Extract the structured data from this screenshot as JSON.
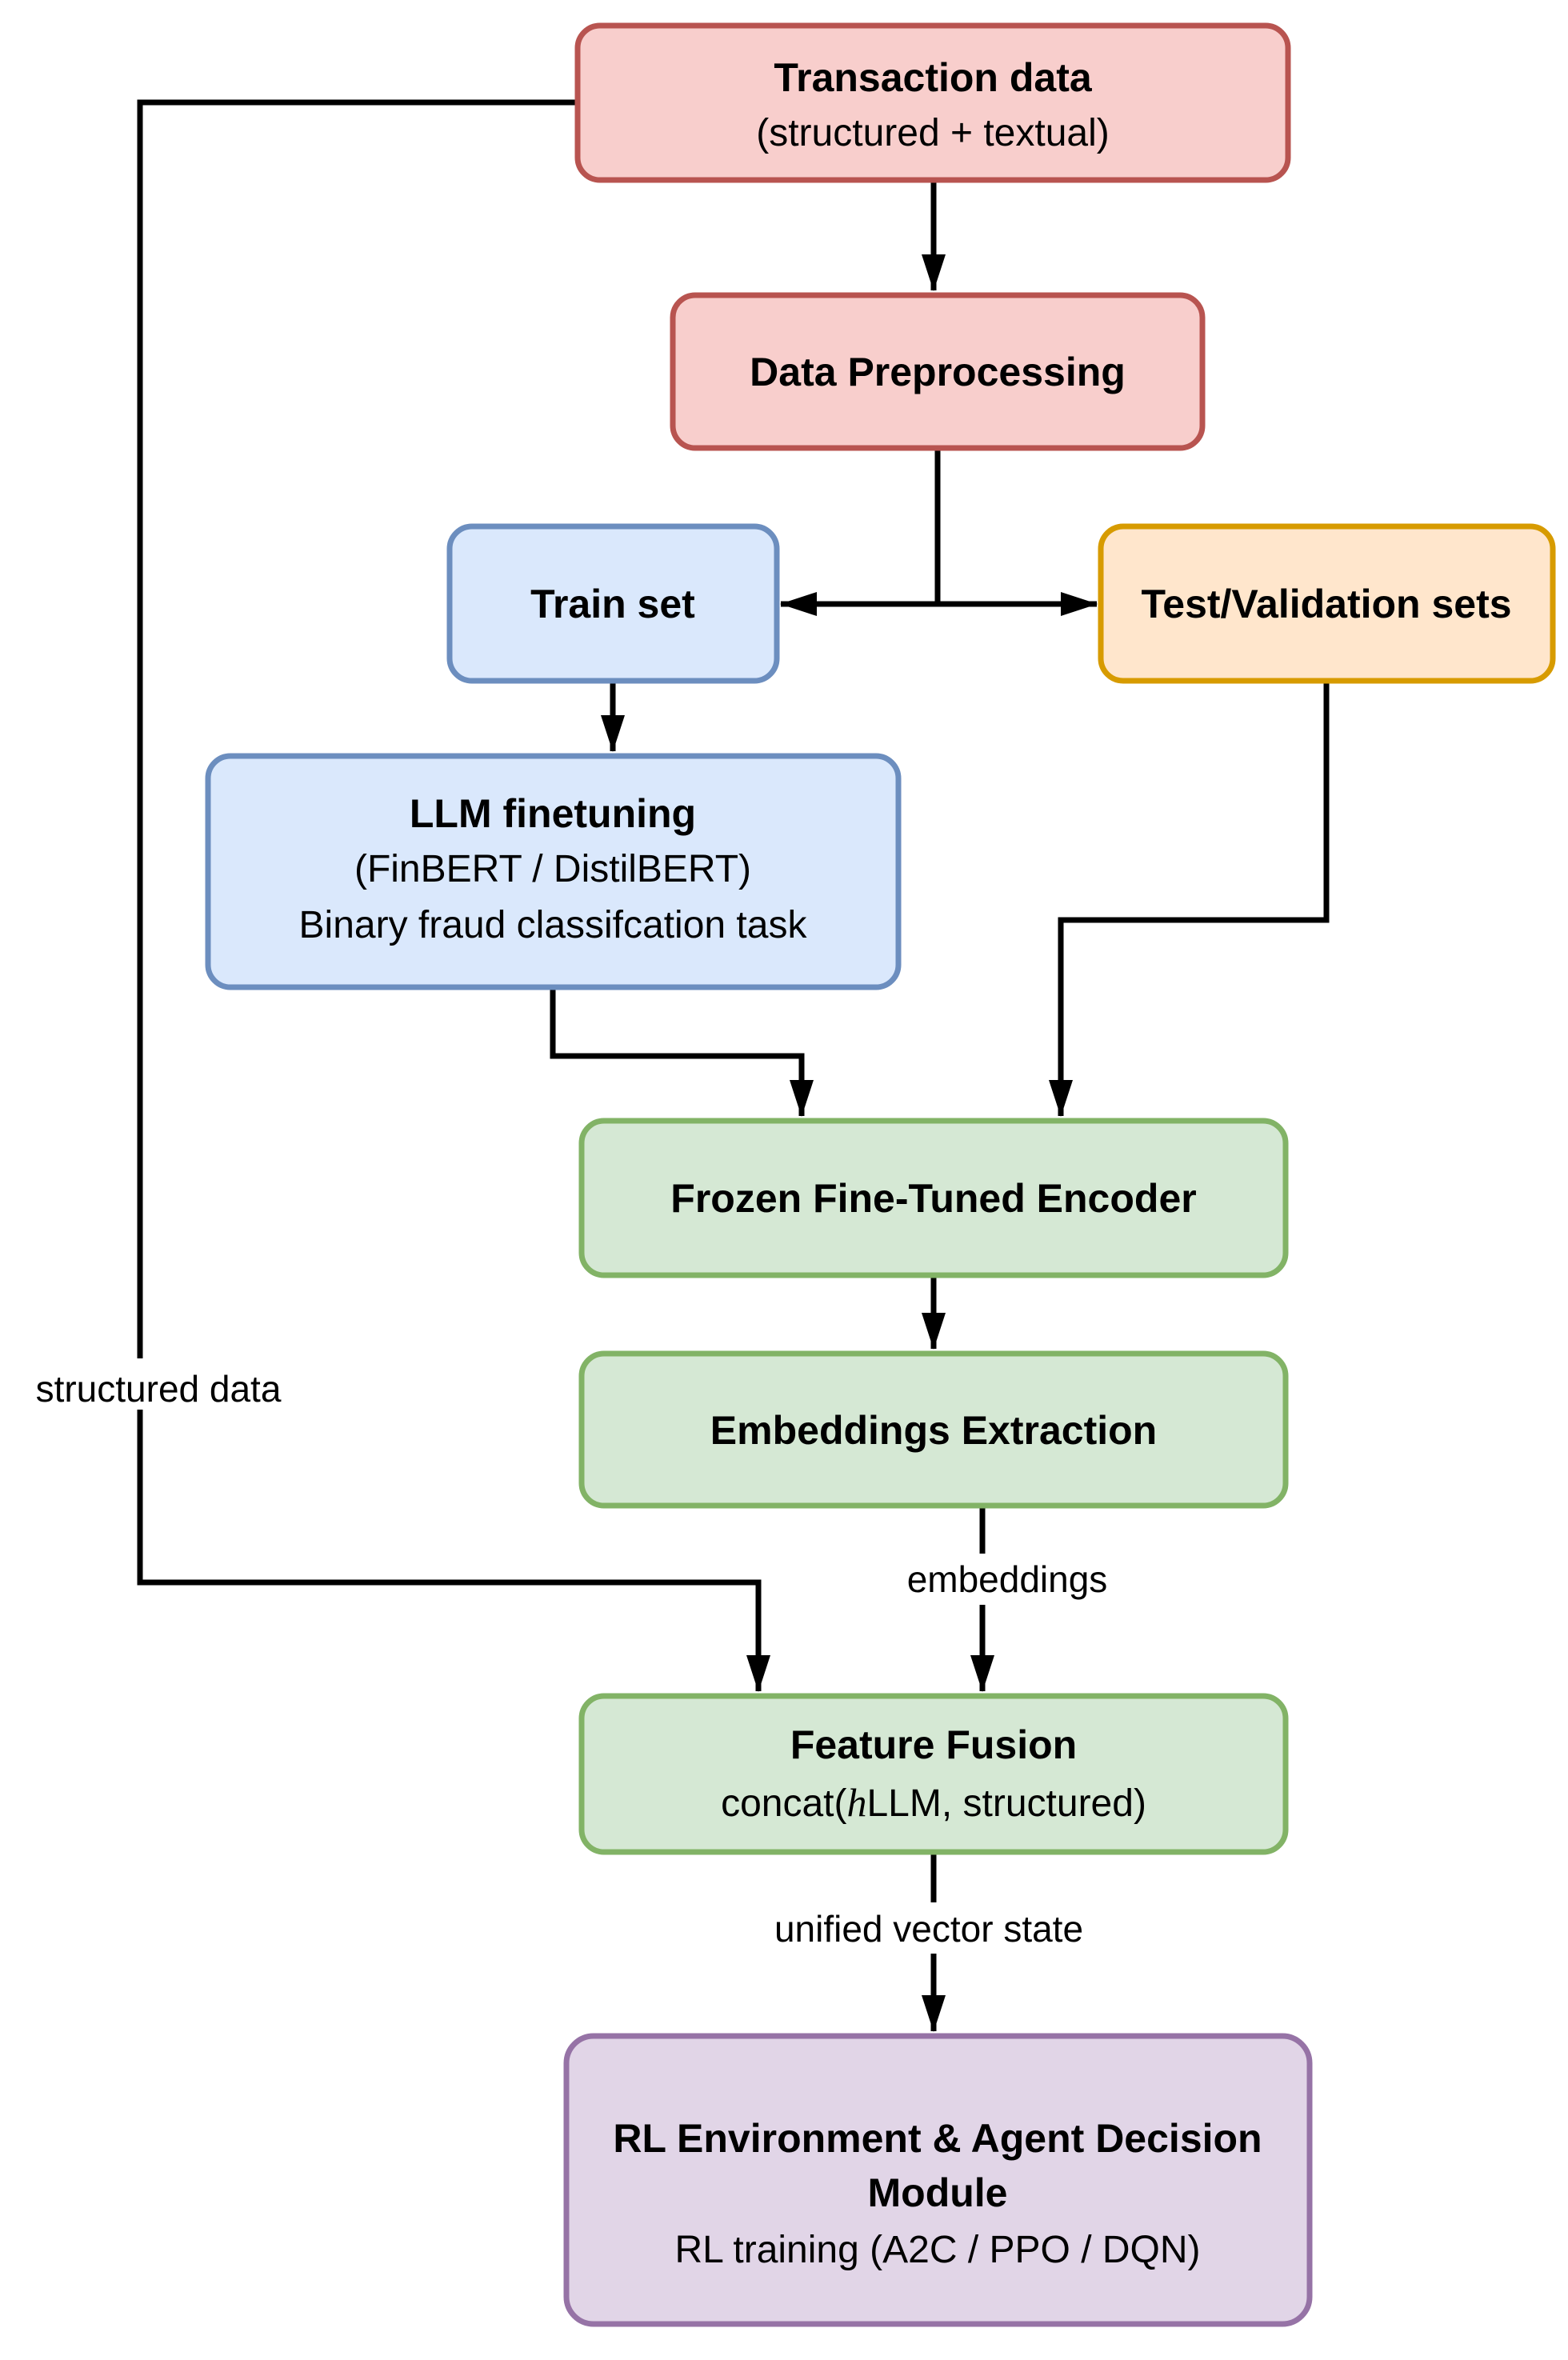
{
  "diagram": {
    "background_color": "#ffffff",
    "edge_color": "#000000",
    "text_color": "#000000",
    "palette": {
      "red": {
        "fill": "#f8cecc",
        "stroke": "#b85450"
      },
      "blue": {
        "fill": "#dae8fc",
        "stroke": "#6c8ebf"
      },
      "orange": {
        "fill": "#ffe6cc",
        "stroke": "#d79b00"
      },
      "green": {
        "fill": "#d5e8d4",
        "stroke": "#82b366"
      },
      "purple": {
        "fill": "#e1d5e7",
        "stroke": "#9673a6"
      }
    },
    "nodes": {
      "transaction": {
        "title": "Transaction data",
        "subtitle": "(structured + textual)"
      },
      "preprocessing": {
        "title": "Data Preprocessing"
      },
      "train": {
        "title": "Train set"
      },
      "testval": {
        "title": "Test/Validation sets"
      },
      "llm": {
        "title": "LLM finetuning",
        "subtitle1": "(FinBERT / DistilBERT)",
        "subtitle2": "Binary fraud classifcation task"
      },
      "frozen": {
        "title": "Frozen Fine-Tuned Encoder"
      },
      "embeddings": {
        "title": "Embeddings Extraction"
      },
      "fusion": {
        "title": "Feature Fusion",
        "formula_prefix": "concat(",
        "formula_var": "h",
        "formula_suffix": "LLM, structured)"
      },
      "rl": {
        "title_line1": "RL Environment & Agent Decision",
        "title_line2": "Module",
        "subtitle": "RL training (A2C / PPO / DQN)"
      }
    },
    "edge_labels": {
      "structured_data": "structured data",
      "embeddings": "embeddings",
      "unified_vector_state": "unified vector state"
    }
  }
}
